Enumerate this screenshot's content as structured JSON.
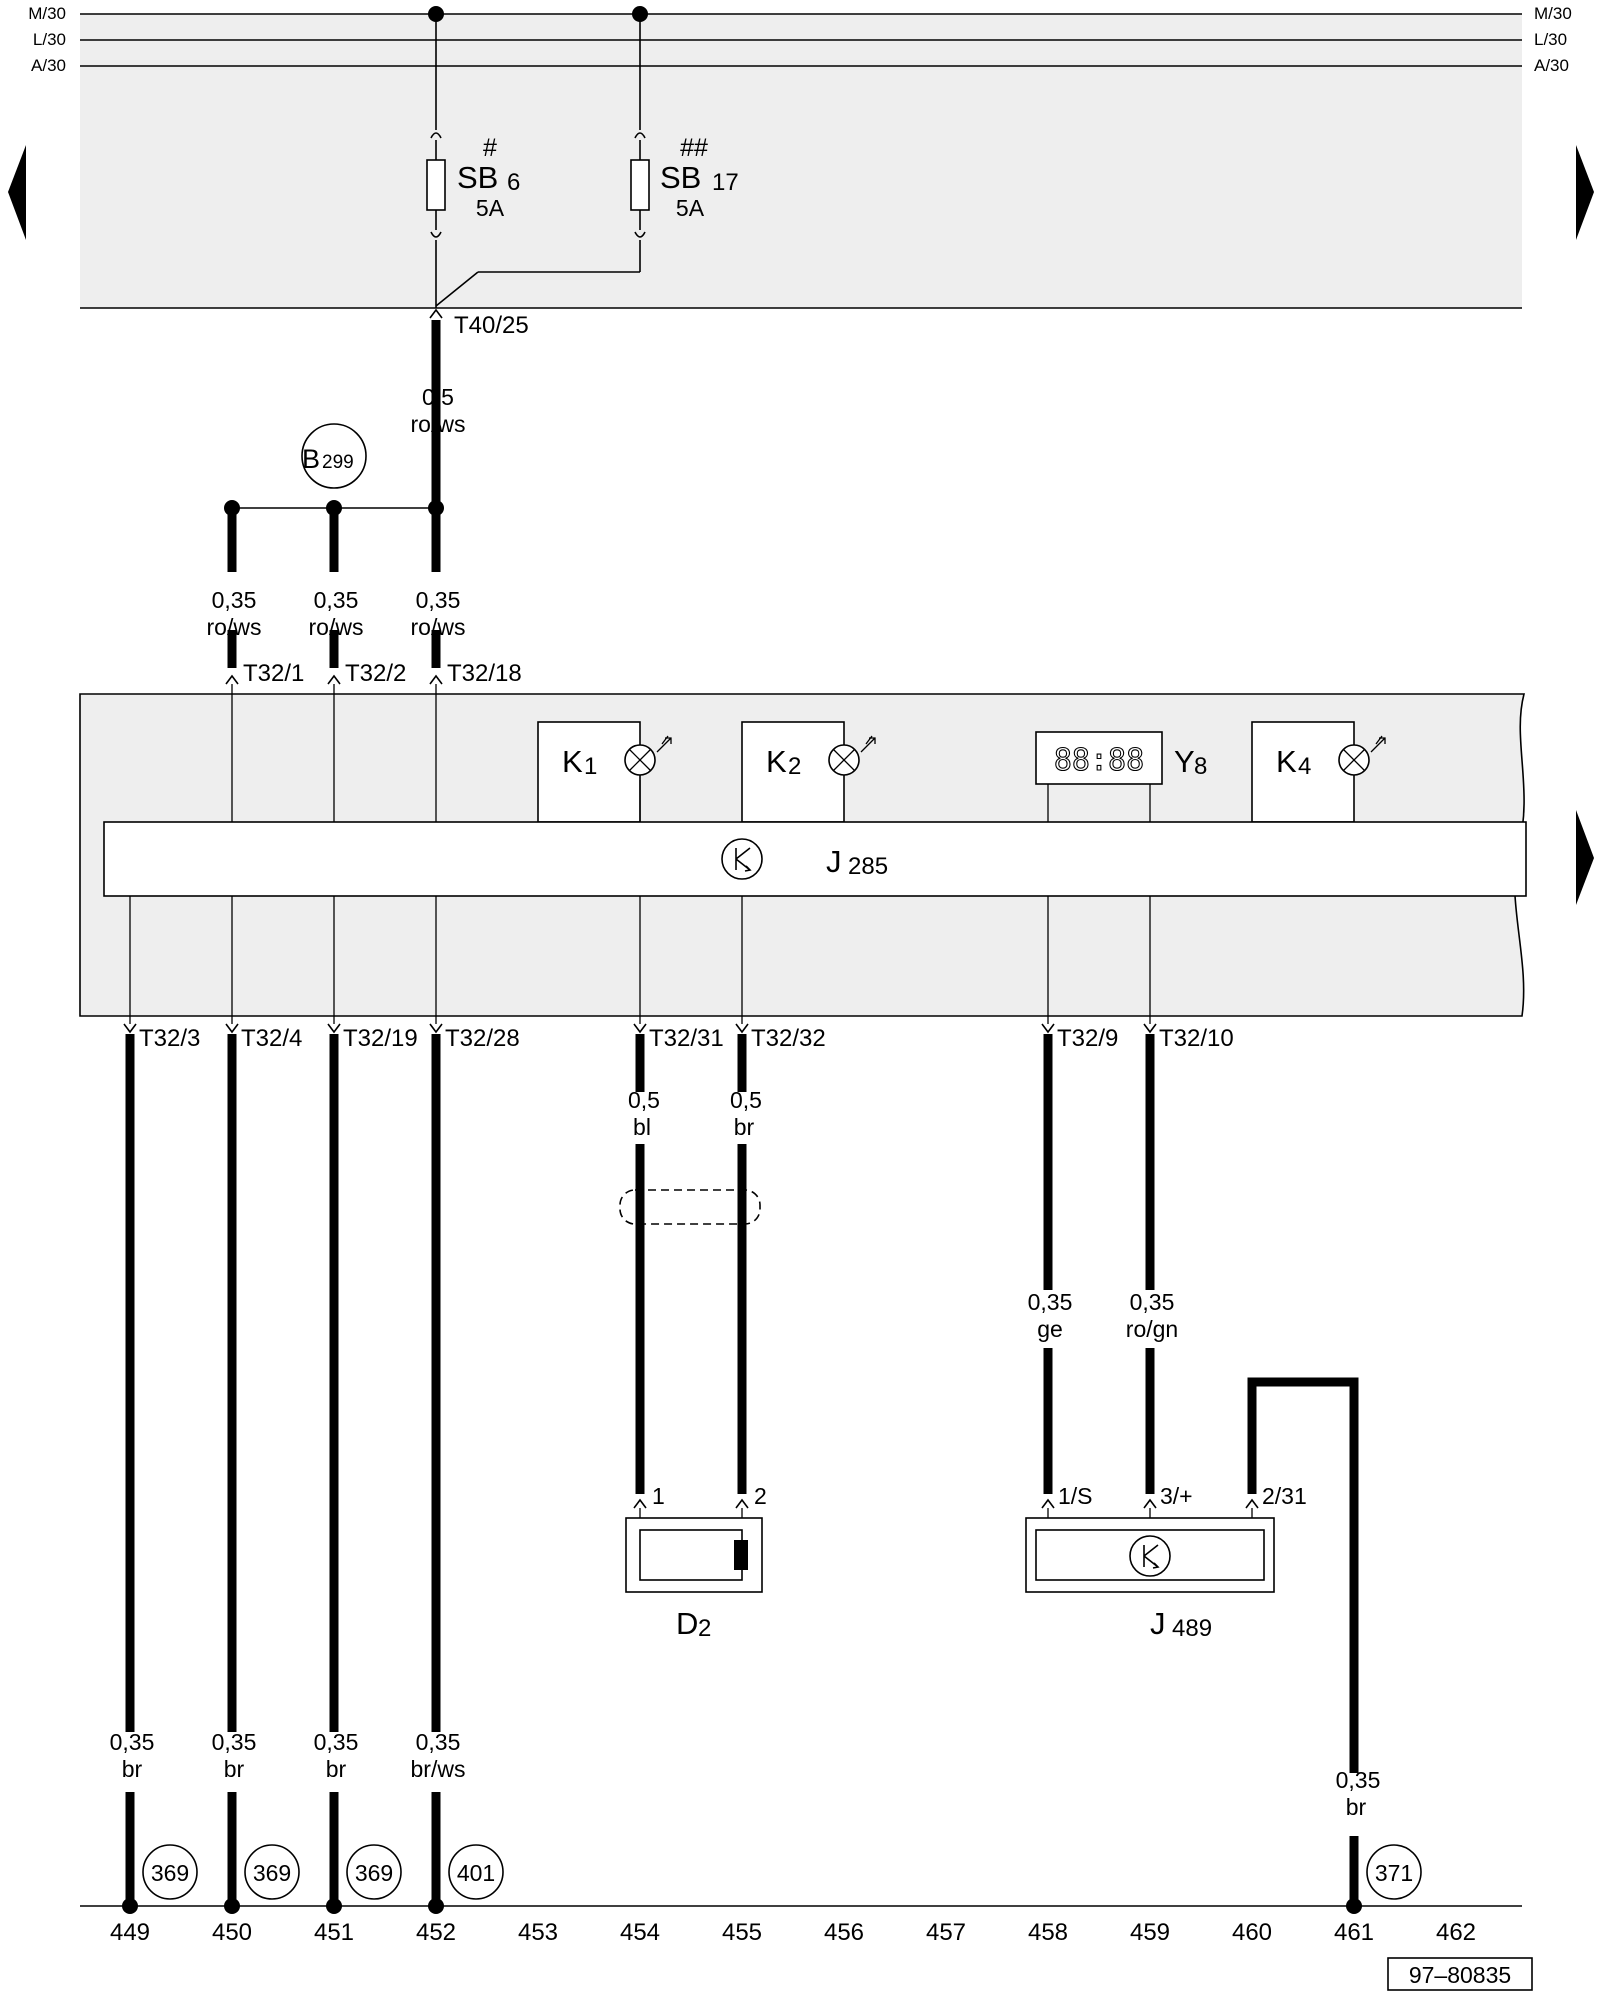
{
  "rails": {
    "m30": "M/30",
    "l30": "L/30",
    "a30": "A/30"
  },
  "fuses": {
    "sb6": {
      "mark": "#",
      "name": "SB",
      "num": "6",
      "rating": "5A"
    },
    "sb17": {
      "mark": "##",
      "name": "SB",
      "num": "17",
      "rating": "5A"
    }
  },
  "connectors": {
    "t40_25": "T40/25",
    "t32_1": "T32/1",
    "t32_2": "T32/2",
    "t32_18": "T32/18",
    "t32_3": "T32/3",
    "t32_4": "T32/4",
    "t32_19": "T32/19",
    "t32_28": "T32/28",
    "t32_31": "T32/31",
    "t32_32": "T32/32",
    "t32_9": "T32/9",
    "t32_10": "T32/10"
  },
  "splice": {
    "letter": "B",
    "num": "299"
  },
  "wires": {
    "feed": {
      "size": "0,5",
      "color": "ro/ws"
    },
    "w1": {
      "size": "0,35",
      "color": "ro/ws"
    },
    "w2": {
      "size": "0,35",
      "color": "ro/ws"
    },
    "w3": {
      "size": "0,35",
      "color": "ro/ws"
    },
    "d2bl": {
      "size": "0,5",
      "color": "bl"
    },
    "d2br": {
      "size": "0,5",
      "color": "br"
    },
    "j489ge": {
      "size": "0,35",
      "color": "ge"
    },
    "j489rogn": {
      "size": "0,35",
      "color": "ro/gn"
    },
    "g449": {
      "size": "0,35",
      "color": "br"
    },
    "g450": {
      "size": "0,35",
      "color": "br"
    },
    "g451": {
      "size": "0,35",
      "color": "br"
    },
    "g452": {
      "size": "0,35",
      "color": "br/ws"
    },
    "g461": {
      "size": "0,35",
      "color": "br"
    }
  },
  "components": {
    "k1": {
      "letter": "K",
      "num": "1"
    },
    "k2": {
      "letter": "K",
      "num": "2"
    },
    "k4": {
      "letter": "K",
      "num": "4"
    },
    "y8": {
      "letter": "Y",
      "num": "8",
      "display": "88:88"
    },
    "j285": {
      "letter": "J",
      "num": "285"
    },
    "d2": {
      "letter": "D",
      "num": "2",
      "pin1": "1",
      "pin2": "2"
    },
    "j489": {
      "letter": "J",
      "num": "489",
      "pin1": "1/S",
      "pin3": "3/+",
      "pin2": "2/31"
    }
  },
  "refs": {
    "r449": "369",
    "r450": "369",
    "r451": "369",
    "r452": "401",
    "r461": "371"
  },
  "columns": [
    "449",
    "450",
    "451",
    "452",
    "453",
    "454",
    "455",
    "456",
    "457",
    "458",
    "459",
    "460",
    "461",
    "462"
  ],
  "footer": {
    "code": "97–80835"
  }
}
